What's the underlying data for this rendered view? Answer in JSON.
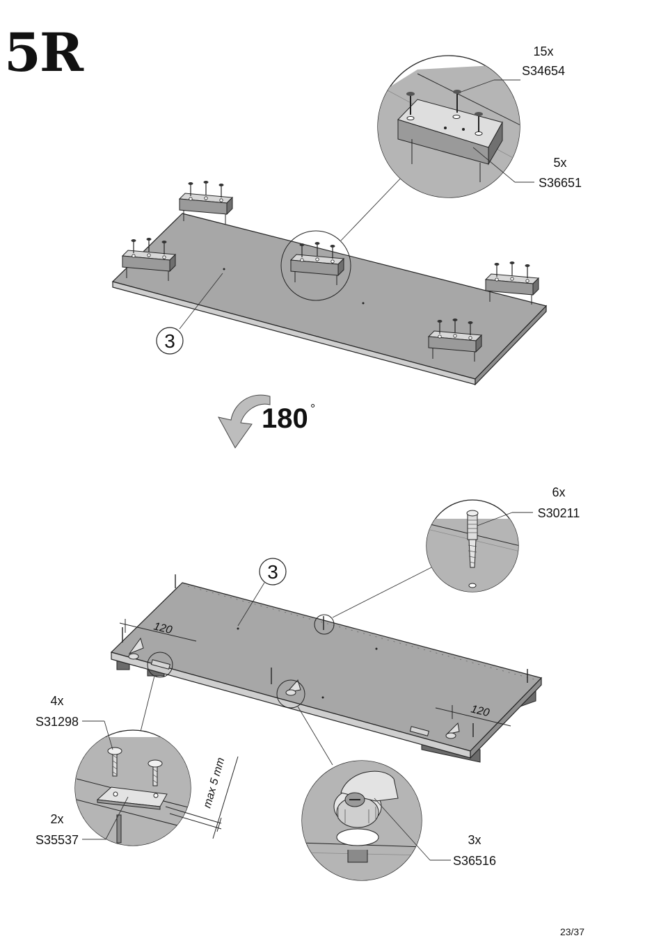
{
  "step_label": "5R",
  "page_number": "23/37",
  "rotation": {
    "value": "180",
    "unit": "°"
  },
  "part_number": "3",
  "top_diagram": {
    "callouts": [
      {
        "qty": "15x",
        "code": "S34654"
      },
      {
        "qty": "5x",
        "code": "S36651"
      }
    ]
  },
  "bottom_diagram": {
    "callouts": [
      {
        "qty": "6x",
        "code": "S30211"
      },
      {
        "qty": "4x",
        "code": "S31298"
      },
      {
        "qty": "2x",
        "code": "S35537"
      },
      {
        "qty": "3x",
        "code": "S36516"
      }
    ],
    "dimensions": [
      {
        "value": "120"
      },
      {
        "value": "120"
      },
      {
        "value": "max 5 mm"
      }
    ]
  }
}
